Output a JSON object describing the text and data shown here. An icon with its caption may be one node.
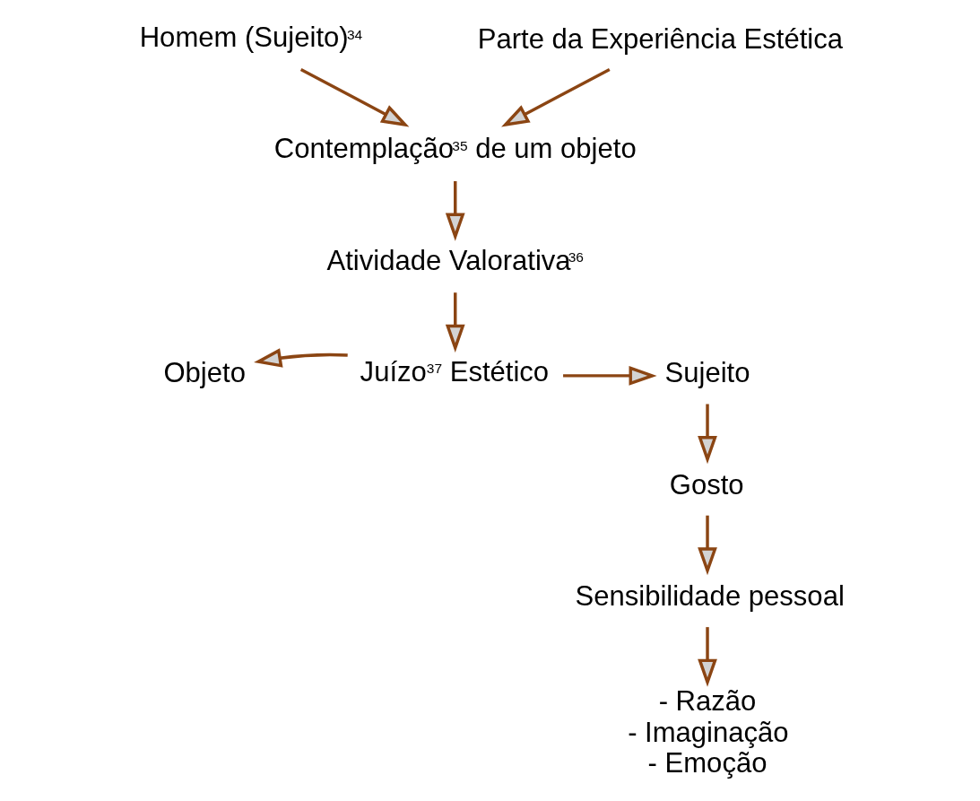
{
  "diagram": {
    "nodes": [
      {
        "text": [
          "Homem (Sujeito)$^{34}$"
        ]
      },
      {
        "text": [
          "Parte da Experiência Estética"
        ]
      },
      {
        "text": [
          "Contemplação$^{35}$ de um objeto"
        ]
      },
      {
        "text": [
          "Atividade Valorativa$^{36}$"
        ]
      },
      {
        "text": [
          "Juízo$^{37}$ Estético"
        ]
      },
      {
        "text": [
          "Objeto"
        ]
      },
      {
        "text": [
          "Sujeito"
        ]
      },
      {
        "text": [
          "Gosto"
        ]
      },
      {
        "text": [
          "Sensibilidade pessoal"
        ]
      },
      {
        "text": [
          "- Razão",
          "- Imaginação",
          "- Emoção"
        ]
      }
    ],
    "edges": [
      {
        "from": 0,
        "to": 2,
        "arrow": "to"
      },
      {
        "from": 1,
        "to": 2,
        "arrow": "to"
      },
      {
        "from": 2,
        "to": 3,
        "arrow": "to"
      },
      {
        "from": 3,
        "to": 4,
        "arrow": "to"
      },
      {
        "from": 4,
        "to": 5,
        "arrow": "to"
      },
      {
        "from": 4,
        "to": 6,
        "arrow": "to"
      },
      {
        "from": 6,
        "to": 7,
        "arrow": "to"
      },
      {
        "from": 7,
        "to": 8,
        "arrow": "to"
      },
      {
        "from": 8,
        "to": 9,
        "arrow": "to"
      }
    ]
  }
}
